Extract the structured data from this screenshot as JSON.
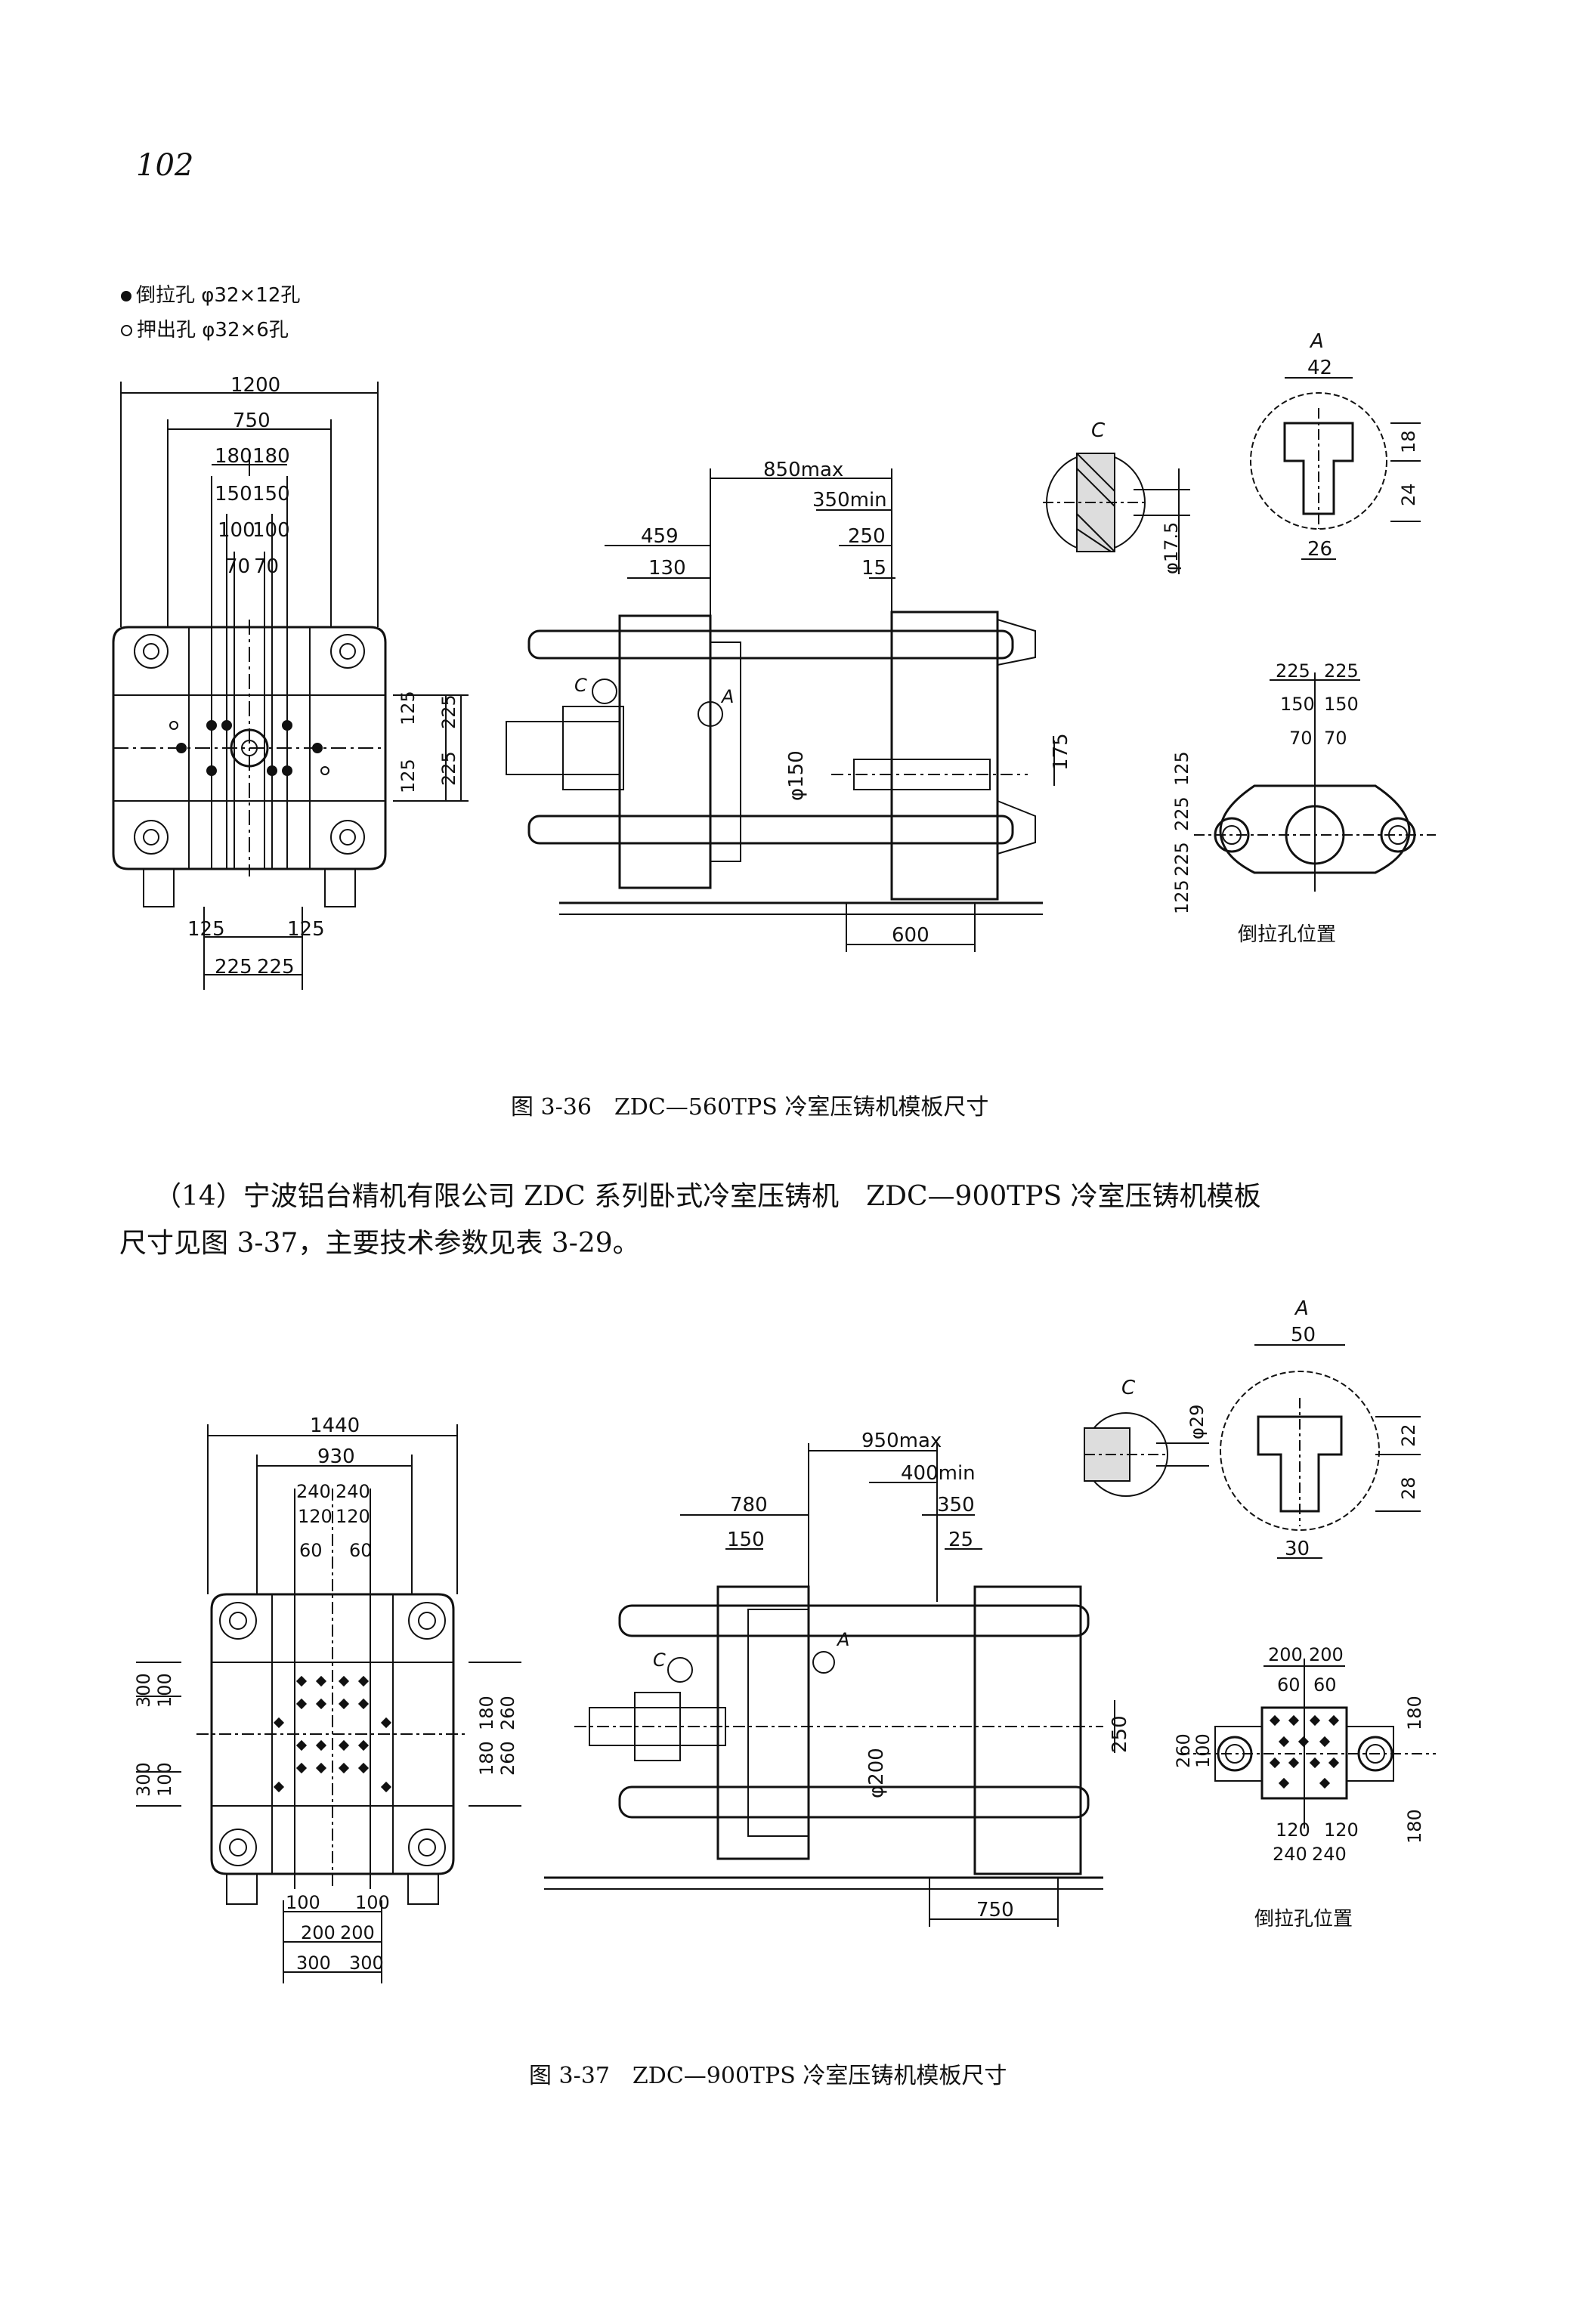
{
  "page_number": "102",
  "fig36": {
    "legend_solid": "倒拉孔 φ32×12孔",
    "legend_hollow": "押出孔 φ32×6孔",
    "caption": "图 3-36　ZDC—560TPS 冷室压铸机模板尺寸",
    "front": {
      "w1200": "1200",
      "w750": "750",
      "w180": "180",
      "w150": "150",
      "w100": "100",
      "w70": "70",
      "b125": "125",
      "b225": "225",
      "r125": "125",
      "r225": "225"
    },
    "side": {
      "d850max": "850max",
      "d350min": "350min",
      "d459": "459",
      "d250": "250",
      "d130": "130",
      "d15": "15",
      "d600": "600",
      "d150": "φ150",
      "d175": "175",
      "label_a": "A",
      "label_c": "C"
    },
    "detail_c": {
      "label": "C",
      "dia": "φ17.5"
    },
    "detail_a": {
      "label": "A",
      "w42": "42",
      "h18": "18",
      "h24": "24",
      "w26": "26"
    },
    "pull": {
      "title": "倒拉孔位置",
      "t225": "225",
      "t150": "150",
      "t70": "70",
      "l125": "125",
      "l225": "225"
    }
  },
  "paragraph": {
    "line1": "（14）宁波铝台精机有限公司 ZDC 系列卧式冷室压铸机　ZDC—900TPS 冷室压铸机模板",
    "line2": "尺寸见图 3-37，主要技术参数见表 3-29。"
  },
  "fig37": {
    "caption": "图 3-37　ZDC—900TPS 冷室压铸机模板尺寸",
    "front": {
      "w1440": "1440",
      "w930": "930",
      "w240": "240",
      "w120": "120",
      "w60": "60",
      "l300": "300",
      "l100": "100",
      "r180": "180",
      "r260": "260",
      "b100": "100",
      "b200": "200",
      "b300": "300"
    },
    "side": {
      "d950max": "950max",
      "d400min": "400min",
      "d780": "780",
      "d350": "350",
      "d150": "150",
      "d25": "25",
      "d200": "φ200",
      "d250": "250",
      "d750": "750",
      "label_a": "A",
      "label_c": "C"
    },
    "detail_c": {
      "label": "C",
      "dia": "φ29"
    },
    "detail_a": {
      "label": "A",
      "w50": "50",
      "h22": "22",
      "h28": "28",
      "w30": "30"
    },
    "pull": {
      "title": "倒拉孔位置",
      "t200": "200",
      "t60": "60",
      "l260": "260",
      "l100": "100",
      "r180": "180",
      "b120": "120",
      "b240": "240"
    }
  }
}
